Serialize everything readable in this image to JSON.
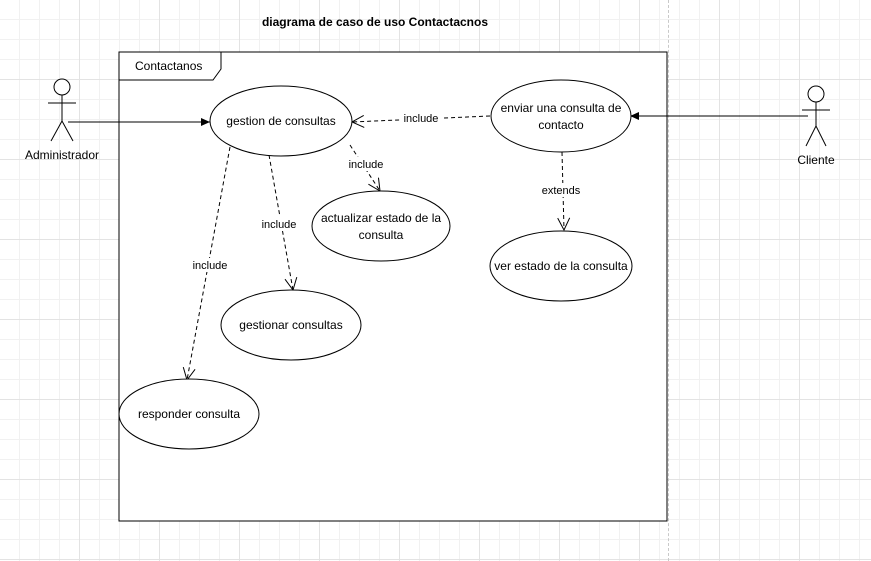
{
  "diagram": {
    "title": "diagrama de caso de uso Contactacnos",
    "system_boundary": {
      "label": "Contactanos"
    },
    "actors": {
      "admin": {
        "label": "Administrador"
      },
      "client": {
        "label": "Cliente"
      }
    },
    "use_cases": {
      "gestion": {
        "label": "gestion de consultas"
      },
      "enviar": {
        "line1": "enviar una consulta de",
        "line2": "contacto"
      },
      "actualizar": {
        "line1": "actualizar estado de la",
        "line2": "consulta"
      },
      "ver": {
        "label": "ver estado de la consulta"
      },
      "gestionar": {
        "label": "gestionar consultas"
      },
      "responder": {
        "label": "responder consulta"
      }
    },
    "relations": {
      "enviar_gestion": "include",
      "gestion_actualizar": "include",
      "gestion_gestionar": "include",
      "gestion_responder": "include",
      "enviar_ver": "extends"
    }
  }
}
